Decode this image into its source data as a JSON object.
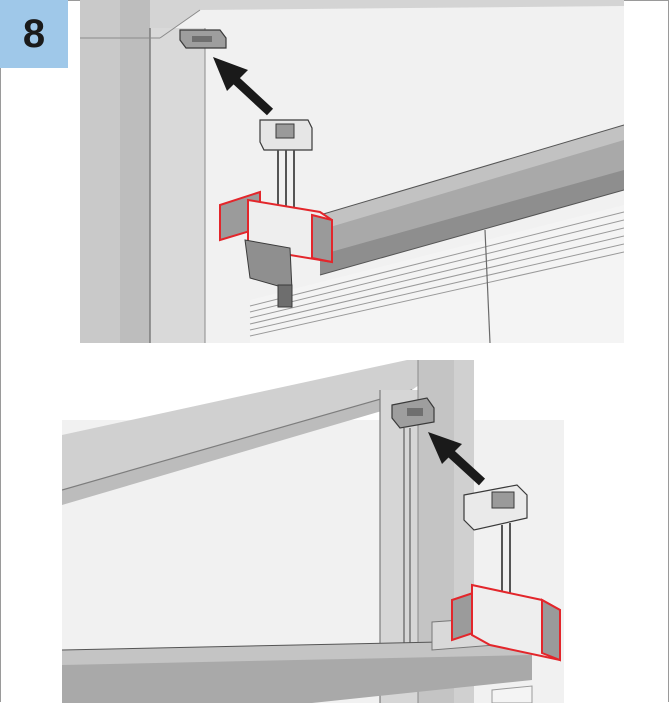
{
  "step": {
    "number": "8"
  },
  "colors": {
    "badge": "#9fc8e9",
    "wall": "#f1f1f1",
    "frame": "#cfcfcf",
    "frame_dark": "#b4b4b4",
    "rail": "#a9a9a9",
    "rail_dark": "#8c8c8c",
    "highlight": "#e3262b",
    "arrow": "#1a1a1a"
  },
  "panels": [
    {
      "id": "top",
      "view": "left-side-bracket"
    },
    {
      "id": "bottom",
      "view": "right-side-bracket"
    }
  ],
  "icons": [
    "arrow-icon",
    "bracket-icon",
    "clip-icon"
  ]
}
